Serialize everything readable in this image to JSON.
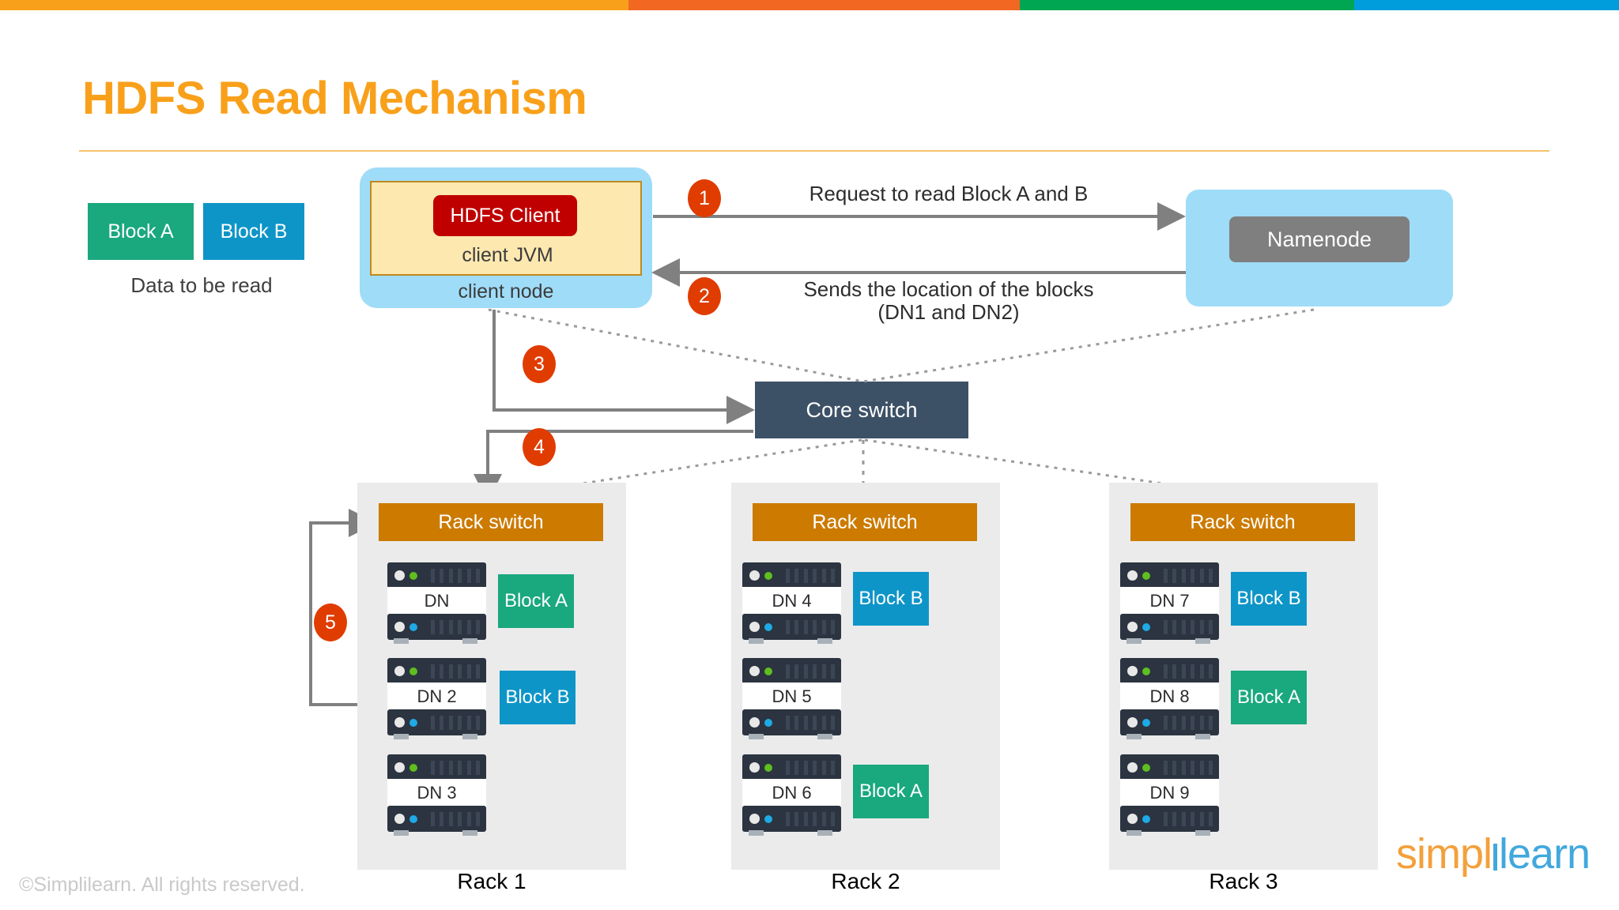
{
  "topbar": {
    "segments": [
      {
        "name": "segment-orange-light",
        "color": "#f9a01b"
      },
      {
        "name": "segment-orange-dark",
        "color": "#f26822"
      },
      {
        "name": "segment-green",
        "color": "#00a651"
      },
      {
        "name": "segment-blue",
        "color": "#009ddc"
      }
    ]
  },
  "title": "HDFS Read Mechanism",
  "left_panel": {
    "block_a": "Block A",
    "block_b": "Block B",
    "caption": "Data to be read"
  },
  "client": {
    "hdfs_client": "HDFS Client",
    "jvm_label": "client JVM",
    "node_label": "client node"
  },
  "namenode": {
    "label": "Namenode"
  },
  "steps": [
    {
      "number": "1",
      "caption": "Request to read Block A and B"
    },
    {
      "number": "2",
      "caption_line1": "Sends the location of the blocks",
      "caption_line2": "(DN1 and DN2)"
    },
    {
      "number": "3",
      "caption": ""
    },
    {
      "number": "4",
      "caption": ""
    },
    {
      "number": "5",
      "caption": ""
    }
  ],
  "core_switch": {
    "label": "Core switch"
  },
  "racks": [
    {
      "label": "Rack 1",
      "switch_label": "Rack switch",
      "nodes": [
        {
          "name": "DN",
          "block": "Block A",
          "block_color": "green"
        },
        {
          "name": "DN 2",
          "block": "Block B",
          "block_color": "blue"
        },
        {
          "name": "DN 3",
          "block": "",
          "block_color": ""
        }
      ]
    },
    {
      "label": "Rack 2",
      "switch_label": "Rack switch",
      "nodes": [
        {
          "name": "DN 4",
          "block": "Block B",
          "block_color": "blue"
        },
        {
          "name": "DN 5",
          "block": "",
          "block_color": ""
        },
        {
          "name": "DN 6",
          "block": "Block A",
          "block_color": "green"
        }
      ]
    },
    {
      "label": "Rack 3",
      "switch_label": "Rack switch",
      "nodes": [
        {
          "name": "DN 7",
          "block": "Block B",
          "block_color": "blue"
        },
        {
          "name": "DN 8",
          "block": "Block A",
          "block_color": "green"
        },
        {
          "name": "DN 9",
          "block": "",
          "block_color": ""
        }
      ]
    }
  ],
  "footer": {
    "copyright": "©Simplilearn. All rights reserved.",
    "logo_part1": "simpl",
    "logo_part2": "learn"
  },
  "colors": {
    "title": "#f9a01b",
    "block_a": "#1aa87e",
    "block_b": "#0e95c8",
    "client_node": "#9fdcf8",
    "client_jvm": "#fde8b0",
    "hdfs_client": "#c00000",
    "namenode": "#7f7f7f",
    "core_switch": "#3d5166",
    "rack_switch": "#cc7a00",
    "rack_bg": "#ebebeb",
    "badge": "#e03c00"
  }
}
